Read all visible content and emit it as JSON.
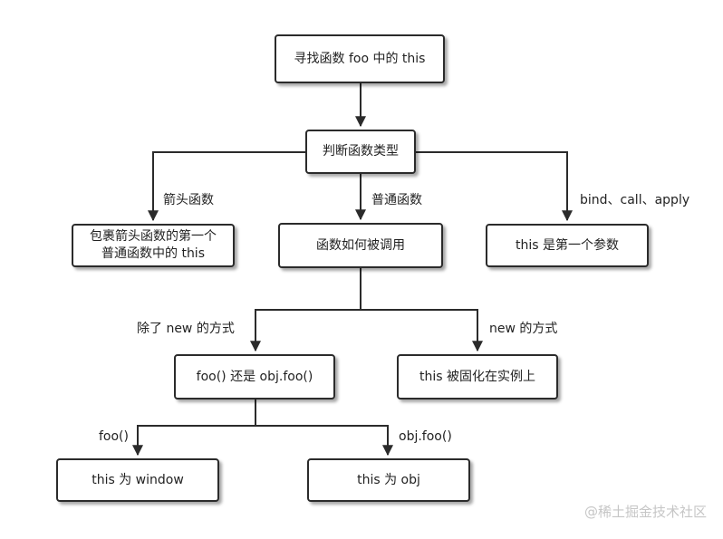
{
  "nodes": {
    "find_this": "寻找函数 foo 中的 this",
    "judge_type": "判断函数类型",
    "arrow_result": "包裹箭头函数的第一个\n普通函数中的 this",
    "how_called": "函数如何被调用",
    "bind_result": "this 是第一个参数",
    "foo_or_obj": "foo() 还是 obj.foo()",
    "new_result": "this 被固化在实例上",
    "window_result": "this 为 window",
    "obj_result": "this 为 obj"
  },
  "edges": {
    "arrow": "箭头函数",
    "normal": "普通函数",
    "bind": "bind、call、apply",
    "not_new": "除了 new 的方式",
    "new": "new 的方式",
    "foo_call": "foo()",
    "obj_call": "obj.foo()"
  },
  "watermark": "@稀土掘金技术社区",
  "colors": {
    "line": "#2b2b2b",
    "text": "#222222",
    "watermark": "#c6c6c6"
  }
}
